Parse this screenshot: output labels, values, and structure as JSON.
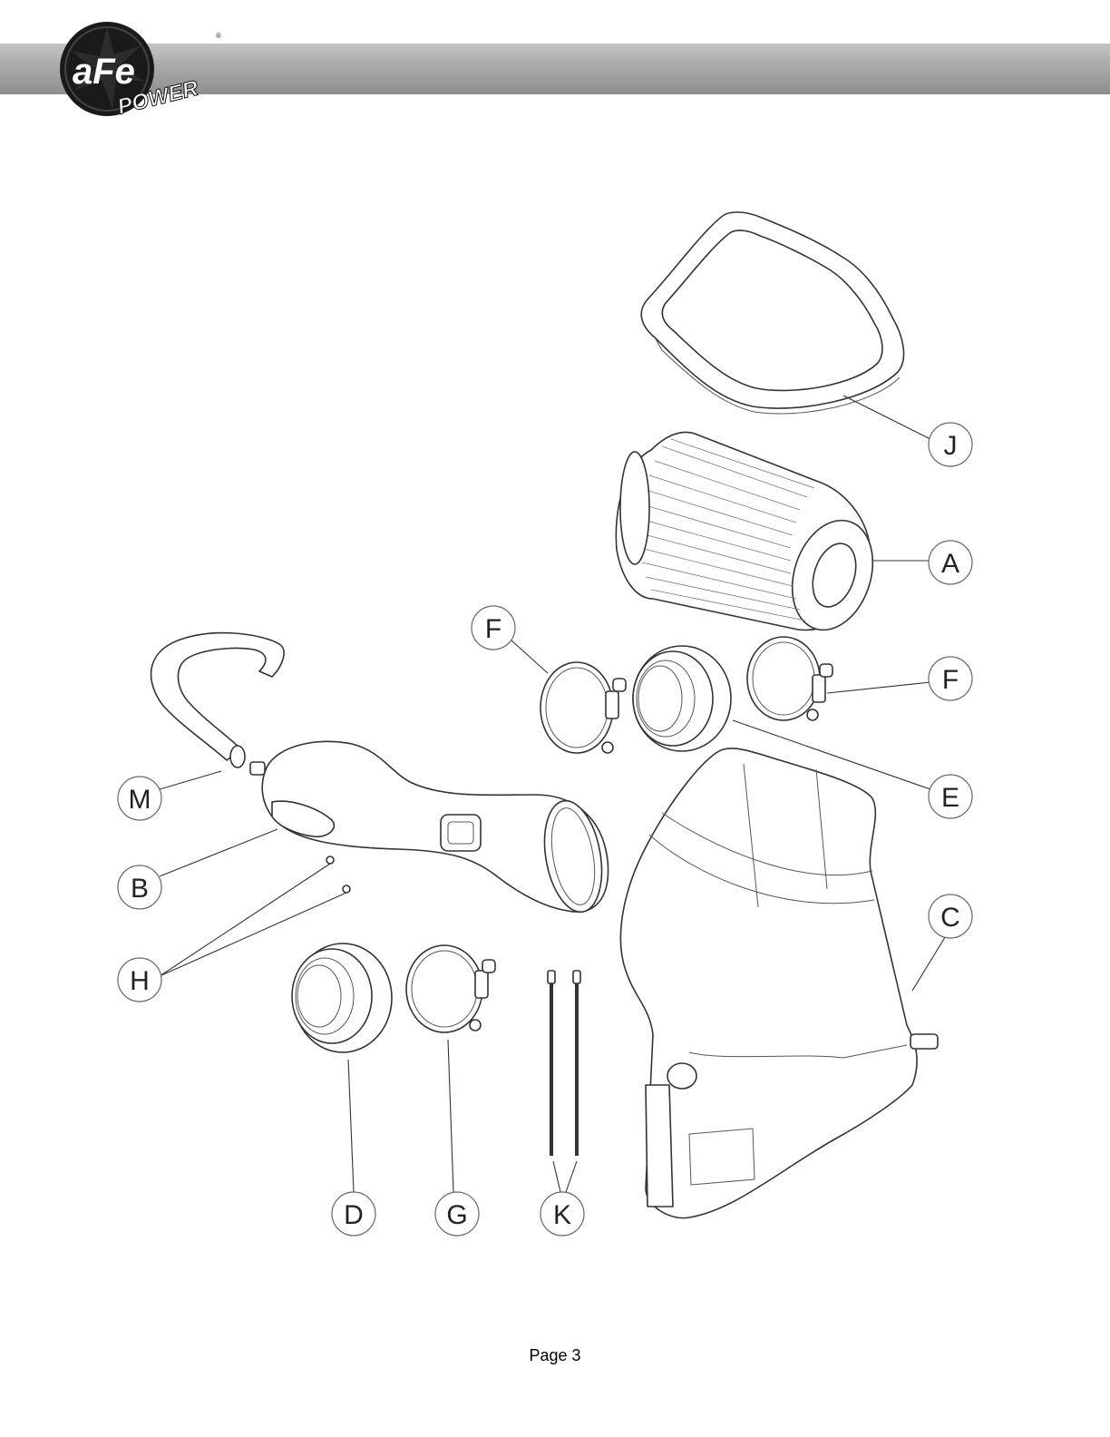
{
  "header": {
    "logo_text_top": "aFe",
    "logo_text_bottom": "POWER",
    "bar_color": "#a9a9a9"
  },
  "callouts": [
    {
      "id": "J",
      "label": "J"
    },
    {
      "id": "A",
      "label": "A"
    },
    {
      "id": "F1",
      "label": "F"
    },
    {
      "id": "F2",
      "label": "F"
    },
    {
      "id": "E",
      "label": "E"
    },
    {
      "id": "M",
      "label": "M"
    },
    {
      "id": "B",
      "label": "B"
    },
    {
      "id": "C",
      "label": "C"
    },
    {
      "id": "H",
      "label": "H"
    },
    {
      "id": "D",
      "label": "D"
    },
    {
      "id": "G",
      "label": "G"
    },
    {
      "id": "K",
      "label": "K"
    }
  ],
  "footer": {
    "page_label": "Page 3"
  }
}
